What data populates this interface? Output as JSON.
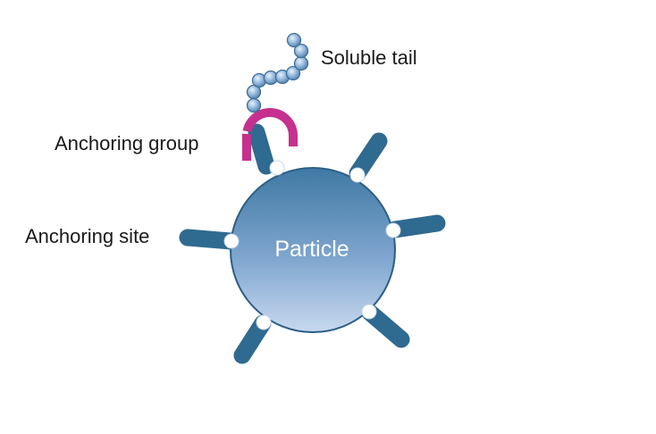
{
  "diagram": {
    "labels": {
      "soluble_tail": "Soluble tail",
      "anchoring_group": "Anchoring group",
      "anchoring_site": "Anchoring site",
      "particle": "Particle"
    }
  },
  "colors": {
    "arm": "#2f6a90",
    "arm_stroke": "#275a7a",
    "particle_top": "#3f79a3",
    "particle_bottom": "#c3d6ee",
    "particle_stroke": "#2c5f86",
    "anchor_site": "#ffffff",
    "anchoring_group": "#c6308e",
    "tail_bead": "#7ea6cf",
    "tail_bead_stroke": "#3f6f98",
    "text": "#1a1a1a"
  }
}
